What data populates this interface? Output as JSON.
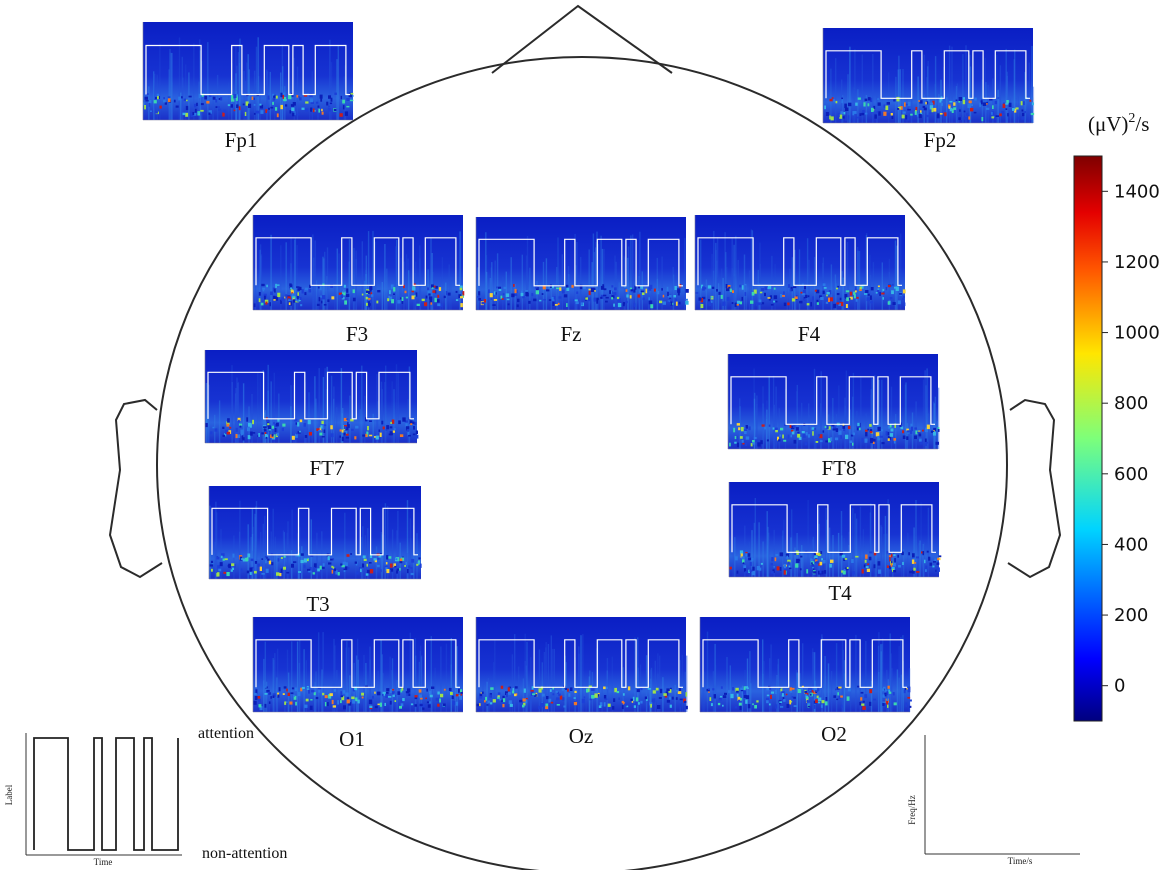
{
  "channels": [
    {
      "name": "Fp1",
      "label": "Fp1",
      "pattern": [
        0,
        1,
        0,
        1,
        0,
        1,
        0,
        1,
        0,
        1
      ]
    },
    {
      "name": "Fp2",
      "label": "Fp2",
      "pattern": [
        0,
        1,
        0,
        1,
        0,
        1,
        0,
        1,
        0,
        1
      ]
    },
    {
      "name": "F3",
      "label": "F3",
      "pattern": [
        0,
        1,
        0,
        1,
        0,
        1,
        0,
        1,
        0,
        1
      ]
    },
    {
      "name": "Fz",
      "label": "Fz",
      "pattern": [
        0,
        1,
        0,
        1,
        0,
        1,
        0,
        1,
        0,
        1
      ]
    },
    {
      "name": "F4",
      "label": "F4",
      "pattern": [
        0,
        1,
        0,
        1,
        0,
        1,
        0,
        1,
        0,
        1
      ]
    },
    {
      "name": "FT7",
      "label": "FT7",
      "pattern": [
        0,
        1,
        0,
        1,
        0,
        1,
        0,
        1,
        0,
        1
      ]
    },
    {
      "name": "FT8",
      "label": "FT8",
      "pattern": [
        0,
        1,
        0,
        1,
        0,
        1,
        0,
        1,
        0,
        1
      ]
    },
    {
      "name": "T3",
      "label": "T3",
      "pattern": [
        0,
        1,
        0,
        1,
        0,
        1,
        0,
        1,
        0,
        1
      ]
    },
    {
      "name": "T4",
      "label": "T4",
      "pattern": [
        0,
        1,
        0,
        1,
        0,
        1,
        0,
        1,
        0,
        1
      ]
    },
    {
      "name": "O1",
      "label": "O1",
      "pattern": [
        0,
        1,
        0,
        1,
        0,
        1,
        0,
        1,
        0,
        1
      ]
    },
    {
      "name": "Oz",
      "label": "Oz",
      "pattern": [
        0,
        1,
        0,
        1,
        0,
        1,
        0,
        1,
        0,
        1
      ]
    },
    {
      "name": "O2",
      "label": "O2",
      "pattern": [
        0,
        1,
        0,
        1,
        0,
        1,
        0,
        1,
        0,
        1
      ]
    }
  ],
  "label_legend": {
    "y_axis": "Label",
    "x_axis": "Time",
    "high_state": "attention",
    "low_state": "non-attention"
  },
  "spectrogram_legend": {
    "y_axis": "Freq/Hz",
    "x_axis": "Time/s"
  },
  "colorbar": {
    "unit_main": "(μV)",
    "unit_sup": "2",
    "unit_tail": "/s",
    "range": [
      -100,
      1500
    ],
    "ticks": [
      "0",
      "200",
      "400",
      "600",
      "800",
      "1000",
      "1200",
      "1400"
    ],
    "colormap": "jet"
  },
  "colors": {
    "outline": "#2b2b2b",
    "label_line": "#ffffff",
    "deep_blue": "#1a22c8"
  }
}
